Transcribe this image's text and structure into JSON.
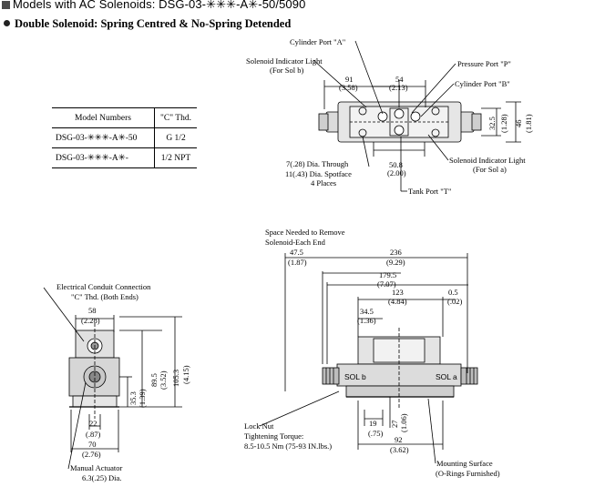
{
  "header": {
    "title": "Models with AC Solenoids: DSG-03-✳✳✳-A✳-50/5090",
    "subtitle": "Double Solenoid: Spring Centred & No-Spring Detended"
  },
  "model_table": {
    "headers": [
      "Model Numbers",
      "\"C\" Thd."
    ],
    "rows": [
      {
        "model": "DSG-03-✳✳✳-A✳-50",
        "thread": "G 1/2"
      },
      {
        "model": "DSG-03-✳✳✳-A✳-",
        "thread": "1/2 NPT"
      }
    ]
  },
  "top_view": {
    "cyl_port_a": "Cylinder Port \"A\"",
    "sol_light_b": "Solenoid Indicator Light",
    "sol_light_b_sub": "(For Sol b)",
    "pressure_port": "Pressure Port \"P\"",
    "cyl_port_b": "Cylinder Port \"B\"",
    "dim_91": "91",
    "dim_91_in": "(3.58)",
    "dim_54": "54",
    "dim_54_in": "(2.13)",
    "dim_325": "32.5",
    "dim_325_in": "(1.28)",
    "dim_46": "46",
    "dim_46_in": "(1.81)",
    "dim_508": "50.8",
    "dim_508_in": "(2.00)",
    "hole_1": "7(.28) Dia. Through",
    "hole_2": "11(.43) Dia. Spotface",
    "hole_3": "4 Places",
    "sol_light_a": "Solenoid Indicator Light",
    "sol_light_a_sub": "(For Sol a)",
    "tank_port": "Tank Port \"T\""
  },
  "end_view": {
    "conduit": "Electrical Conduit Connection",
    "conduit_sub": "\"C\" Thd. (Both Ends)",
    "dim_58": "58",
    "dim_58_in": "(2.28)",
    "dim_353": "35.3",
    "dim_353_in": "(1.39)",
    "dim_895": "89.5",
    "dim_895_in": "(3.52)",
    "dim_1053": "105.3",
    "dim_1053_in": "(4.15)",
    "dim_22": "22",
    "dim_22_in": "(.87)",
    "dim_70": "70",
    "dim_70_in": "(2.76)",
    "actuator": "Manual Actuator",
    "actuator_sub": "6.3(.25) Dia."
  },
  "front_view": {
    "space": "Space Needed to Remove",
    "space_sub": "Solenoid-Each End",
    "dim_475": "47.5",
    "dim_475_in": "(1.87)",
    "dim_236": "236",
    "dim_236_in": "(9.29)",
    "dim_1795": "179.5",
    "dim_1795_in": "(7.07)",
    "dim_123": "123",
    "dim_123_in": "(4.84)",
    "dim_05": "0.5",
    "dim_05_in": "(.02)",
    "dim_345": "34.5",
    "dim_345_in": "(1.36)",
    "sol_b": "SOL b",
    "sol_a": "SOL a",
    "lock_nut": "Lock Nut",
    "torque": "Tightening Torque:",
    "torque_val": "8.5-10.5 Nm (75-93 IN.lbs.)",
    "dim_19": "19",
    "dim_19_in": "(.75)",
    "dim_27": "27",
    "dim_27_in": "(1.06)",
    "dim_92": "92",
    "dim_92_in": "(3.62)",
    "mount": "Mounting Surface",
    "mount_sub": "(O-Rings Furnished)"
  }
}
